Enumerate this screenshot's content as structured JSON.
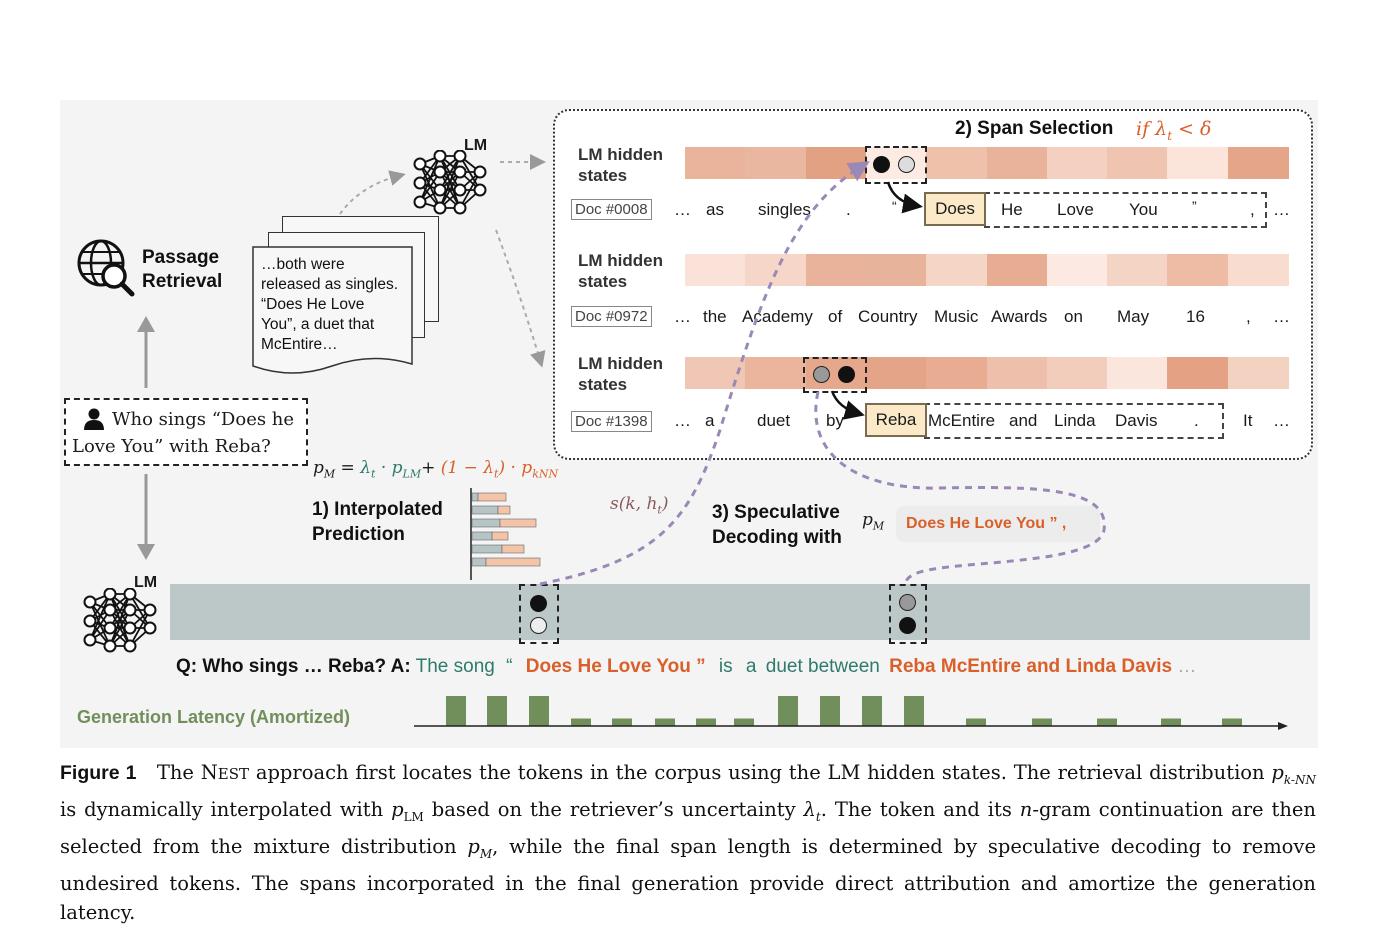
{
  "passage_retrieval": {
    "line1": "Passage",
    "line2": "Retrieval"
  },
  "lm_label": "LM",
  "doc_snippet": [
    "…both were",
    "released as singles.",
    "“Does He Love",
    "You”, a duet that",
    "McEntire…"
  ],
  "query": {
    "line1": "Who sings “Does he",
    "line2": "Love You” with Reba?"
  },
  "formula": {
    "lhs": "p",
    "lhs_sub": "M",
    "eq": " = ",
    "lam": "λ",
    "lam_sub": "t",
    "dot1": " · p",
    "lm_sub": "LM",
    "plus": "+ ",
    "one_minus": "(1 − λ",
    "one_minus_sub": "t",
    "close": ") · p",
    "knn_sub": "kNN"
  },
  "interpolated": {
    "line1": "1) Interpolated",
    "line2": "Prediction"
  },
  "score_label": "s(k, h",
  "score_sub": "t",
  "score_close": ")",
  "speculative": {
    "line1": "3) Speculative",
    "line2": "Decoding with",
    "pm": "p",
    "pm_sub": "M",
    "draft": "Does He Love You ” ,"
  },
  "span_selection": {
    "title": "2) Span Selection",
    "cond": "if λ",
    "cond_sub": "t",
    "cond_rest": " < δ"
  },
  "hidden_states_label": {
    "line1": "LM hidden",
    "line2": "states"
  },
  "docs": [
    {
      "id": "Doc #0008",
      "tokens": [
        "…",
        "as",
        "singles",
        ".",
        "“",
        "Does",
        "He",
        "Love",
        "You",
        "”",
        ",",
        "…"
      ]
    },
    {
      "id": "Doc #0972",
      "tokens": [
        "…",
        "the",
        "Academy",
        "of",
        "Country",
        "Music",
        "Awards",
        "on",
        "May",
        "16",
        ",",
        "…"
      ]
    },
    {
      "id": "Doc #1398",
      "tokens": [
        "…",
        "a",
        "duet",
        "by",
        "Reba",
        "McEntire",
        "and",
        "Linda",
        "Davis",
        ".",
        "It",
        "…"
      ]
    }
  ],
  "colors": {
    "accent_orange": "#d9602a",
    "teal": "#2e7a6c",
    "hidden_bar": "#bcc7c7",
    "latency_green": "#718f5a",
    "arrow_purple": "#9a88b6"
  },
  "qa": {
    "prefix": "Q: Who sings … Reba? A:",
    "t1": "The song",
    "q1": "“",
    "t2": "Does He Love You ”",
    "t3": "is",
    "t4": "a",
    "t5": "duet between",
    "t6": "Reba McEntire and Linda Davis",
    "t7": "…"
  },
  "latency": {
    "label": "Generation Latency (Amortized)",
    "values": [
      1,
      1,
      1,
      0.25,
      0.25,
      0.25,
      0.25,
      0.25,
      1,
      1,
      1,
      1,
      0.25,
      0.25,
      0.25,
      0.25,
      0.25
    ]
  },
  "caption": {
    "figure": "Figure 1",
    "p1": "The N",
    "nest": "EST",
    "p2": " approach first locates the tokens in the corpus using the LM hidden states.  The retrieval distribution ",
    "pknn": "p",
    "pknn_sub": "k-NN",
    "p3": " is dynamically interpolated with ",
    "plm": "p",
    "plm_sub": "LM",
    "p4": " based on the retriever’s uncertainty ",
    "lam": "λ",
    "lam_sub": "t",
    "p5": ". The token and its ",
    "n": "n",
    "p6": "-gram continuation are then selected from the mixture distribution ",
    "pm": "p",
    "pm_sub": "M",
    "p7": ", while the final span length is determined by speculative decoding to remove undesired tokens. The spans incorporated in the final generation provide direct attribution and amortize the generation latency."
  }
}
